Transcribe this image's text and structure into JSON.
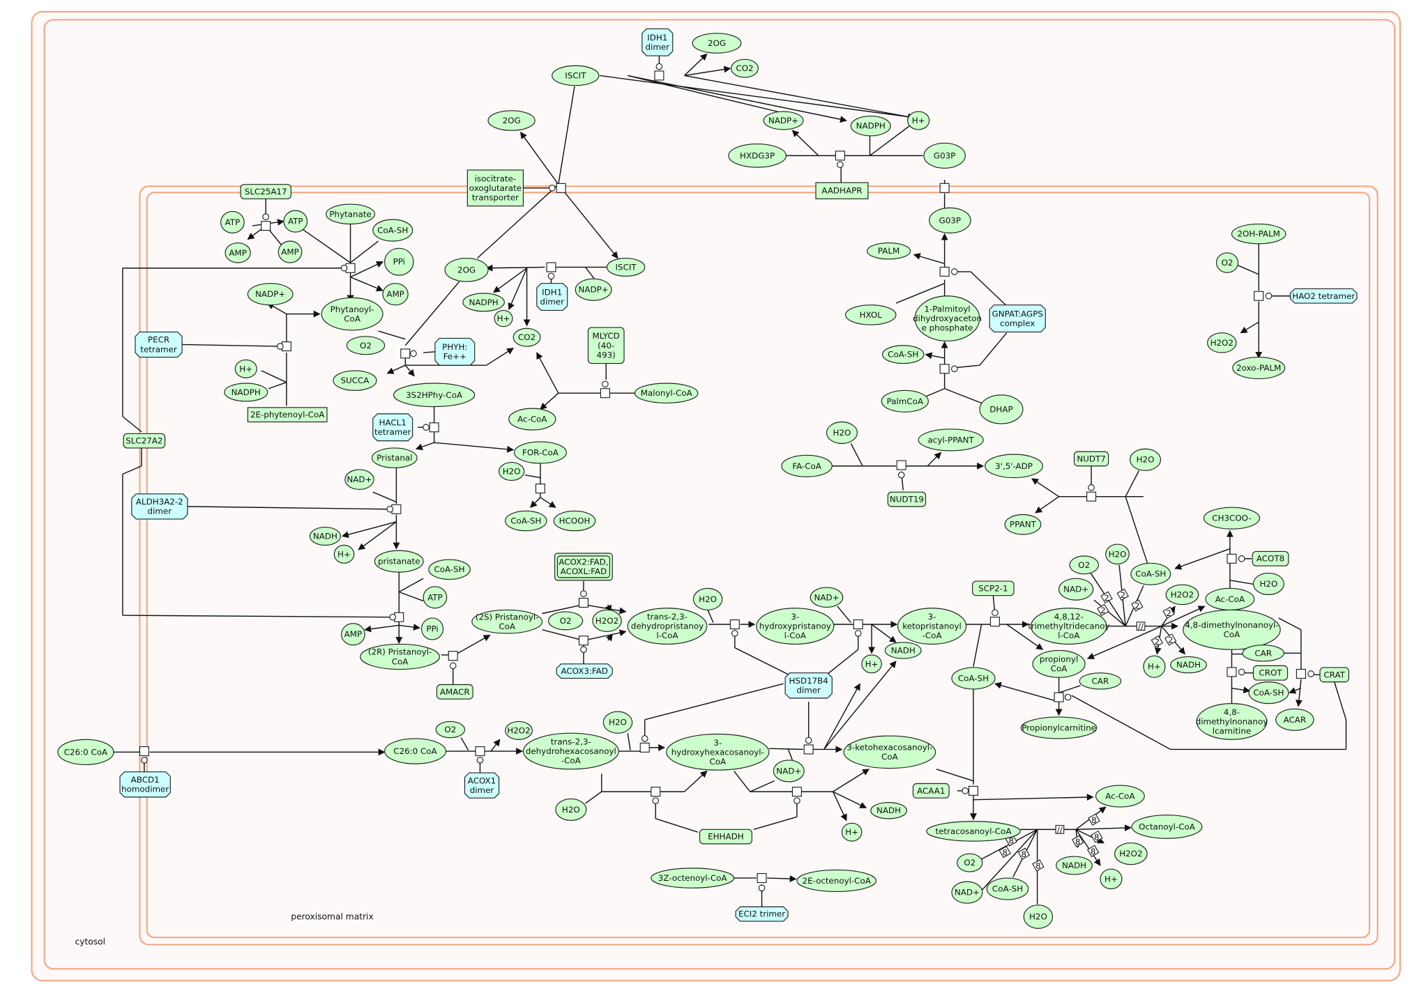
{
  "compartments": {
    "cytosol": "cytosol",
    "peroxisomal_matrix": "peroxisomal matrix"
  },
  "colors": {
    "simple_chemical": "#ccffcc",
    "complex": "#ccffff",
    "macromolecule": "#ccffcc",
    "compartment_border": "#f5a47c",
    "compartment_fill": "#fdf9f9"
  },
  "nodes": [
    {
      "id": "idh1_top",
      "label": "IDH1\ndimer",
      "type": "complex"
    },
    {
      "id": "og_top",
      "label": "2OG",
      "type": "simple"
    },
    {
      "id": "iscit_top",
      "label": "ISCIT",
      "type": "simple"
    },
    {
      "id": "co2_top",
      "label": "CO2",
      "type": "simple"
    },
    {
      "id": "og_left",
      "label": "2OG",
      "type": "simple"
    },
    {
      "id": "nadp_top",
      "label": "NADP+",
      "type": "simple"
    },
    {
      "id": "nadph_top",
      "label": "NADPH",
      "type": "simple"
    },
    {
      "id": "h_top",
      "label": "H+",
      "type": "simple"
    },
    {
      "id": "hxdg3p",
      "label": "HXDG3P",
      "type": "simple"
    },
    {
      "id": "g03p_top",
      "label": "G03P",
      "type": "simple"
    },
    {
      "id": "iot",
      "label": "isocitrate-\noxoglutarate\ntransporter",
      "type": "macro-rect"
    },
    {
      "id": "aadhapr",
      "label": "AADHAPR",
      "type": "macro-rect"
    },
    {
      "id": "slc25a17",
      "label": "SLC25A17",
      "type": "macro"
    },
    {
      "id": "atp1",
      "label": "ATP",
      "type": "simple"
    },
    {
      "id": "atp2",
      "label": "ATP",
      "type": "simple"
    },
    {
      "id": "amp1",
      "label": "AMP",
      "type": "simple"
    },
    {
      "id": "amp2",
      "label": "AMP",
      "type": "simple"
    },
    {
      "id": "phytanate",
      "label": "Phytanate",
      "type": "simple"
    },
    {
      "id": "coash1",
      "label": "CoA-SH",
      "type": "simple"
    },
    {
      "id": "ppi1",
      "label": "PPi",
      "type": "simple"
    },
    {
      "id": "amp3",
      "label": "AMP",
      "type": "simple"
    },
    {
      "id": "og_mid",
      "label": "2OG",
      "type": "simple"
    },
    {
      "id": "iscit_mid",
      "label": "ISCIT",
      "type": "simple"
    },
    {
      "id": "nadp1",
      "label": "NADP+",
      "type": "simple"
    },
    {
      "id": "phytanoyl",
      "label": "Phytanoyl-\nCoA",
      "type": "simple"
    },
    {
      "id": "nadph1",
      "label": "NADPH",
      "type": "simple"
    },
    {
      "id": "h1",
      "label": "H+",
      "type": "simple"
    },
    {
      "id": "idh1_mid",
      "label": "IDH1\ndimer",
      "type": "complex"
    },
    {
      "id": "nadp2",
      "label": "NADP+",
      "type": "simple"
    },
    {
      "id": "pecr",
      "label": "PECR\ntetramer",
      "type": "complex"
    },
    {
      "id": "o2_1",
      "label": "O2",
      "type": "simple"
    },
    {
      "id": "phyh",
      "label": "PHYH:\nFe++",
      "type": "complex"
    },
    {
      "id": "co2_mid",
      "label": "CO2",
      "type": "simple"
    },
    {
      "id": "mlycd",
      "label": "MLYCD\n(40-\n493)",
      "type": "macro"
    },
    {
      "id": "h2",
      "label": "H+",
      "type": "simple"
    },
    {
      "id": "nadph2",
      "label": "NADPH",
      "type": "simple"
    },
    {
      "id": "e2phy",
      "label": "2E-phytenoyl-CoA",
      "type": "macro-rect"
    },
    {
      "id": "succa",
      "label": "SUCCA",
      "type": "simple"
    },
    {
      "id": "s3hphy",
      "label": "3S2HPhy-CoA",
      "type": "simple"
    },
    {
      "id": "accoa1",
      "label": "Ac-CoA",
      "type": "simple"
    },
    {
      "id": "malonyl",
      "label": "Malonyl-CoA",
      "type": "simple"
    },
    {
      "id": "slc27a2",
      "label": "SLC27A2",
      "type": "macro"
    },
    {
      "id": "hacl1",
      "label": "HACL1\ntetramer",
      "type": "complex"
    },
    {
      "id": "pristanal",
      "label": "Pristanal",
      "type": "simple"
    },
    {
      "id": "forcoa",
      "label": "FOR-CoA",
      "type": "simple"
    },
    {
      "id": "h2o_1",
      "label": "H2O",
      "type": "simple"
    },
    {
      "id": "nad1",
      "label": "NAD+",
      "type": "simple"
    },
    {
      "id": "aldh3a2",
      "label": "ALDH3A2-2\ndimer",
      "type": "complex"
    },
    {
      "id": "coash2",
      "label": "CoA-SH",
      "type": "simple"
    },
    {
      "id": "hcooh",
      "label": "HCOOH",
      "type": "simple"
    },
    {
      "id": "nadh1",
      "label": "NADH",
      "type": "simple"
    },
    {
      "id": "h3",
      "label": "H+",
      "type": "simple"
    },
    {
      "id": "pristanate",
      "label": "pristanate",
      "type": "simple"
    },
    {
      "id": "coash3",
      "label": "CoA-SH",
      "type": "simple"
    },
    {
      "id": "atp3",
      "label": "ATP",
      "type": "simple"
    },
    {
      "id": "amp4",
      "label": "AMP",
      "type": "simple"
    },
    {
      "id": "ppi2",
      "label": "PPi",
      "type": "simple"
    },
    {
      "id": "r2prist",
      "label": "(2R) Pristanoyl-\nCoA",
      "type": "simple"
    },
    {
      "id": "amacr",
      "label": "AMACR",
      "type": "macro"
    },
    {
      "id": "s2prist",
      "label": "(2S) Pristanoyl-\nCoA",
      "type": "simple"
    },
    {
      "id": "acox2",
      "label": "ACOX2:FAD,\nACOXL:FAD",
      "type": "complex-multi"
    },
    {
      "id": "o2_2",
      "label": "O2",
      "type": "simple"
    },
    {
      "id": "h2o2_1",
      "label": "H2O2",
      "type": "simple"
    },
    {
      "id": "acox3",
      "label": "ACOX3:FAD",
      "type": "complex"
    },
    {
      "id": "t23dp",
      "label": "trans-2,3-\ndehydropristanoy\nl-CoA",
      "type": "simple"
    },
    {
      "id": "h2o_2",
      "label": "H2O",
      "type": "simple"
    },
    {
      "id": "hp3",
      "label": "3-\nhydroxypristanoy\nl-CoA",
      "type": "simple"
    },
    {
      "id": "nad2",
      "label": "NAD+",
      "type": "simple"
    },
    {
      "id": "kp3",
      "label": "3-\nketopristanoyl\n-CoA",
      "type": "simple"
    },
    {
      "id": "h4",
      "label": "H+",
      "type": "simple"
    },
    {
      "id": "nadh2",
      "label": "NADH",
      "type": "simple"
    },
    {
      "id": "hsd17b4",
      "label": "HSD17B4\ndimer",
      "type": "complex"
    },
    {
      "id": "scp2",
      "label": "SCP2-1",
      "type": "macro"
    },
    {
      "id": "coash4",
      "label": "CoA-SH",
      "type": "simple"
    },
    {
      "id": "tmtd",
      "label": "4,8,12-\ntrimethyltridecanoy\nl-CoA",
      "type": "simple"
    },
    {
      "id": "propcoa",
      "label": "propionyl\nCoA",
      "type": "simple"
    },
    {
      "id": "car1",
      "label": "CAR",
      "type": "simple"
    },
    {
      "id": "propcar",
      "label": "Propionylcarnitine",
      "type": "simple"
    },
    {
      "id": "o2_3",
      "label": "O2",
      "type": "simple"
    },
    {
      "id": "h2o_3",
      "label": "H2O",
      "type": "simple"
    },
    {
      "id": "nad3",
      "label": "NAD+",
      "type": "simple"
    },
    {
      "id": "coash5",
      "label": "CoA-SH",
      "type": "simple"
    },
    {
      "id": "h2o2_2",
      "label": "H2O2",
      "type": "simple"
    },
    {
      "id": "h5",
      "label": "H+",
      "type": "simple"
    },
    {
      "id": "nadh3",
      "label": "NADH",
      "type": "simple"
    },
    {
      "id": "dmn",
      "label": "4,8-dimethylnonanoyl-\nCoA",
      "type": "simple"
    },
    {
      "id": "accoa2",
      "label": "Ac-CoA",
      "type": "simple"
    },
    {
      "id": "ch3coo",
      "label": "CH3COO-",
      "type": "simple"
    },
    {
      "id": "acot8",
      "label": "ACOT8",
      "type": "macro"
    },
    {
      "id": "h2o_4",
      "label": "H2O",
      "type": "simple"
    },
    {
      "id": "car2",
      "label": "CAR",
      "type": "simple"
    },
    {
      "id": "crot",
      "label": "CROT",
      "type": "macro"
    },
    {
      "id": "crat",
      "label": "CRAT",
      "type": "macro"
    },
    {
      "id": "coash6",
      "label": "CoA-SH",
      "type": "simple"
    },
    {
      "id": "dmncar",
      "label": "4,8-\ndimethylnonanoy\nlcarnitine",
      "type": "simple"
    },
    {
      "id": "acar",
      "label": "ACAR",
      "type": "simple"
    },
    {
      "id": "og3p_in",
      "label": "G03P",
      "type": "simple"
    },
    {
      "id": "palm",
      "label": "PALM",
      "type": "simple"
    },
    {
      "id": "hxol",
      "label": "HXOL",
      "type": "simple"
    },
    {
      "id": "pdhap",
      "label": "1-Palmitoyl\ndihydroxyaceton\ne phosphate",
      "type": "simple"
    },
    {
      "id": "gnpat",
      "label": "GNPAT:AGPS\ncomplex",
      "type": "complex"
    },
    {
      "id": "coash7",
      "label": "CoA-SH",
      "type": "simple"
    },
    {
      "id": "palmcoa",
      "label": "PalmCoA",
      "type": "simple"
    },
    {
      "id": "dhap",
      "label": "DHAP",
      "type": "simple"
    },
    {
      "id": "ohpalm",
      "label": "2OH-PALM",
      "type": "simple"
    },
    {
      "id": "o2_4",
      "label": "O2",
      "type": "simple"
    },
    {
      "id": "hao2",
      "label": "HAO2 tetramer",
      "type": "complex"
    },
    {
      "id": "h2o2_3",
      "label": "H2O2",
      "type": "simple"
    },
    {
      "id": "oxopalm",
      "label": "2oxo-PALM",
      "type": "simple"
    },
    {
      "id": "h2o_5",
      "label": "H2O",
      "type": "simple"
    },
    {
      "id": "facoa",
      "label": "FA-CoA",
      "type": "simple"
    },
    {
      "id": "acylppant",
      "label": "acyl-PPANT",
      "type": "simple"
    },
    {
      "id": "adp35",
      "label": "3',5'-ADP",
      "type": "simple"
    },
    {
      "id": "nudt19",
      "label": "NUDT19",
      "type": "macro"
    },
    {
      "id": "nudt7",
      "label": "NUDT7",
      "type": "macro"
    },
    {
      "id": "h2o_6",
      "label": "H2O",
      "type": "simple"
    },
    {
      "id": "ppant",
      "label": "PPANT",
      "type": "simple"
    },
    {
      "id": "c26_out",
      "label": "C26:0 CoA",
      "type": "simple"
    },
    {
      "id": "abcd1",
      "label": "ABCD1\nhomodimer",
      "type": "complex"
    },
    {
      "id": "c26_in",
      "label": "C26:0 CoA",
      "type": "simple"
    },
    {
      "id": "o2_5",
      "label": "O2",
      "type": "simple"
    },
    {
      "id": "h2o2_4",
      "label": "H2O2",
      "type": "simple"
    },
    {
      "id": "acox1",
      "label": "ACOX1\ndimer",
      "type": "complex"
    },
    {
      "id": "t23dh",
      "label": "trans-2,3-\ndehydrohexacosanoyl\n-CoA",
      "type": "simple"
    },
    {
      "id": "h2o_7",
      "label": "H2O",
      "type": "simple"
    },
    {
      "id": "h2o_8",
      "label": "H2O",
      "type": "simple"
    },
    {
      "id": "hh3",
      "label": "3-\nhydroxyhexacosanoyl-\nCoA",
      "type": "simple"
    },
    {
      "id": "nad4",
      "label": "NAD+",
      "type": "simple"
    },
    {
      "id": "kh3",
      "label": "3-ketohexacosanoyl-\nCoA",
      "type": "simple"
    },
    {
      "id": "nadh4",
      "label": "NADH",
      "type": "simple"
    },
    {
      "id": "h6",
      "label": "H+",
      "type": "simple"
    },
    {
      "id": "ehhadh",
      "label": "EHHADH",
      "type": "macro"
    },
    {
      "id": "acaa1",
      "label": "ACAA1",
      "type": "macro"
    },
    {
      "id": "tetracos",
      "label": "tetracosanoyl-CoA",
      "type": "simple"
    },
    {
      "id": "accoa3",
      "label": "Ac-CoA",
      "type": "simple"
    },
    {
      "id": "octanoyl",
      "label": "Octanoyl-CoA",
      "type": "simple"
    },
    {
      "id": "o2_6",
      "label": "O2",
      "type": "simple"
    },
    {
      "id": "nad5",
      "label": "NAD+",
      "type": "simple"
    },
    {
      "id": "coash8",
      "label": "CoA-SH",
      "type": "simple"
    },
    {
      "id": "h2o_9",
      "label": "H2O",
      "type": "simple"
    },
    {
      "id": "nadh5",
      "label": "NADH",
      "type": "simple"
    },
    {
      "id": "h2o2_5",
      "label": "H2O2",
      "type": "simple"
    },
    {
      "id": "h7",
      "label": "H+",
      "type": "simple"
    },
    {
      "id": "z3oct",
      "label": "3Z-octenoyl-CoA",
      "type": "simple"
    },
    {
      "id": "e2oct",
      "label": "2E-octenoyl-CoA",
      "type": "simple"
    },
    {
      "id": "eci2",
      "label": "ECI2 trimer",
      "type": "complex"
    }
  ],
  "stoichiometry_badges": {
    "trimethyl_branch": "2",
    "trimethyl_omitted": "//",
    "tetracosanoyl_branch": "8",
    "tetracosanoyl_omitted": "//"
  }
}
